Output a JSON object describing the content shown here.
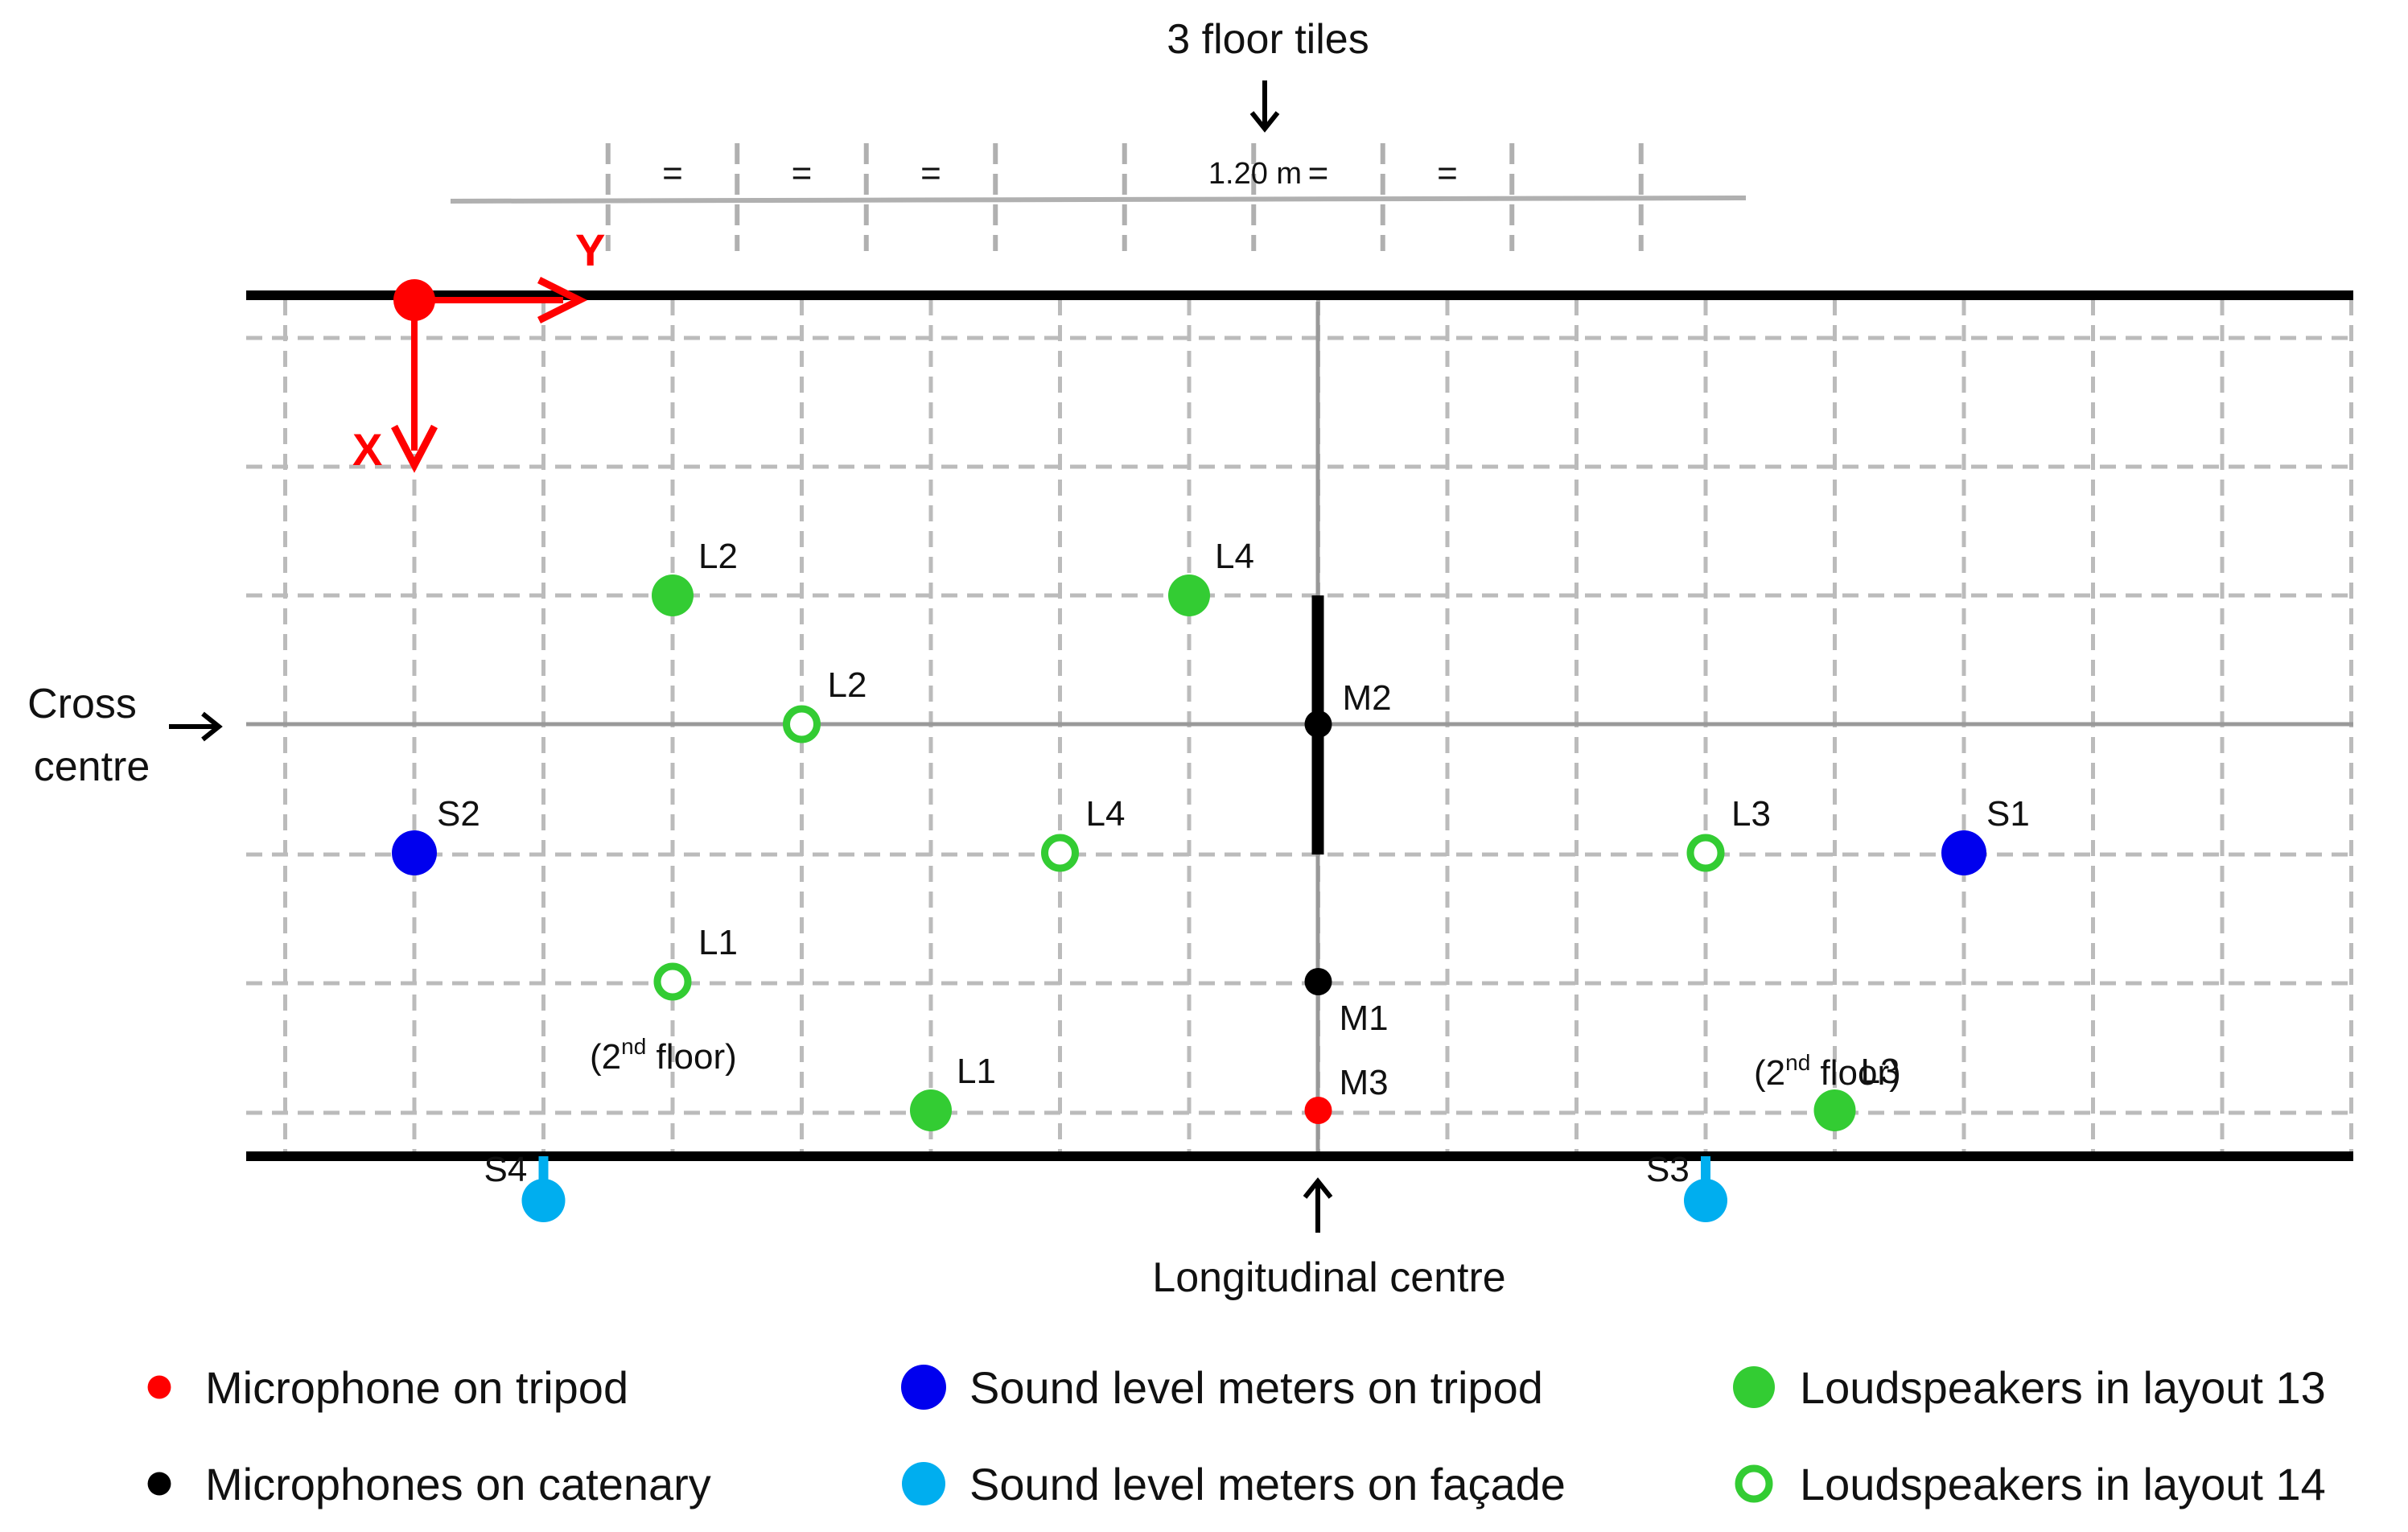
{
  "top_note": "3 floor tiles",
  "tile_width_label": "1.20 m",
  "equal_sign": "=",
  "cross_centre_lines": [
    "Cross",
    "centre"
  ],
  "longitudinal_centre": "Longitudinal centre",
  "axes": {
    "x": "X",
    "y": "Y"
  },
  "floor_note": {
    "open": "(2",
    "sup": "nd",
    "close": " floor)"
  },
  "points": [
    {
      "id": "L2",
      "label": "L2",
      "kind": "loudspeaker-13",
      "col": 2,
      "row": 1
    },
    {
      "id": "L4",
      "label": "L4",
      "kind": "loudspeaker-13",
      "col": 6,
      "row": 1
    },
    {
      "id": "L1",
      "label": "L1",
      "kind": "loudspeaker-13",
      "col": 4,
      "row": 5
    },
    {
      "id": "L3",
      "label": "L3",
      "kind": "loudspeaker-13",
      "col": 11,
      "row": 5
    },
    {
      "id": "L2b",
      "label": "L2",
      "kind": "loudspeaker-14",
      "col": 3,
      "row": 2
    },
    {
      "id": "L4b",
      "label": "L4",
      "kind": "loudspeaker-14",
      "col": 5,
      "row": 3
    },
    {
      "id": "L1b",
      "label": "L1",
      "kind": "loudspeaker-14",
      "col": 2,
      "row": 4
    },
    {
      "id": "L3b",
      "label": "L3",
      "kind": "loudspeaker-14",
      "col": 10,
      "row": 3
    },
    {
      "id": "S1",
      "label": "S1",
      "kind": "slm-tripod",
      "col": 12,
      "row": 3
    },
    {
      "id": "S2",
      "label": "S2",
      "kind": "slm-tripod",
      "col": 0,
      "row": 3
    },
    {
      "id": "S3",
      "label": "S3",
      "kind": "slm-facade",
      "col": 10,
      "row": 5.7
    },
    {
      "id": "S4",
      "label": "S4",
      "kind": "slm-facade",
      "col": 1,
      "row": 5.7
    },
    {
      "id": "M1",
      "label": "M1",
      "kind": "mic-catenary",
      "col": 7,
      "row": 4
    },
    {
      "id": "M2",
      "label": "M2",
      "kind": "mic-catenary",
      "col": 7,
      "row": 2
    },
    {
      "id": "M3",
      "label": "M3",
      "kind": "mic-tripod",
      "col": 7,
      "row": 5
    }
  ],
  "legend": [
    {
      "text": "Microphone on tripod",
      "kind": "mic-tripod"
    },
    {
      "text": "Microphones on catenary",
      "kind": "mic-catenary"
    },
    {
      "text": "Sound level meters on tripod",
      "kind": "slm-tripod"
    },
    {
      "text": "Sound level meters on façade",
      "kind": "slm-facade"
    },
    {
      "text": "Loudspeakers in layout 13",
      "kind": "loudspeaker-13"
    },
    {
      "text": "Loudspeakers in layout 14",
      "kind": "loudspeaker-14"
    }
  ],
  "colors": {
    "mic-tripod": "#ff0000",
    "mic-catenary": "#000000",
    "slm-tripod": "#0000ee",
    "slm-facade": "#00aeef",
    "loudspeaker": "#33cc33",
    "axis": "#ff0000",
    "grid": "#bbbbbb",
    "centre-line": "#999999"
  }
}
